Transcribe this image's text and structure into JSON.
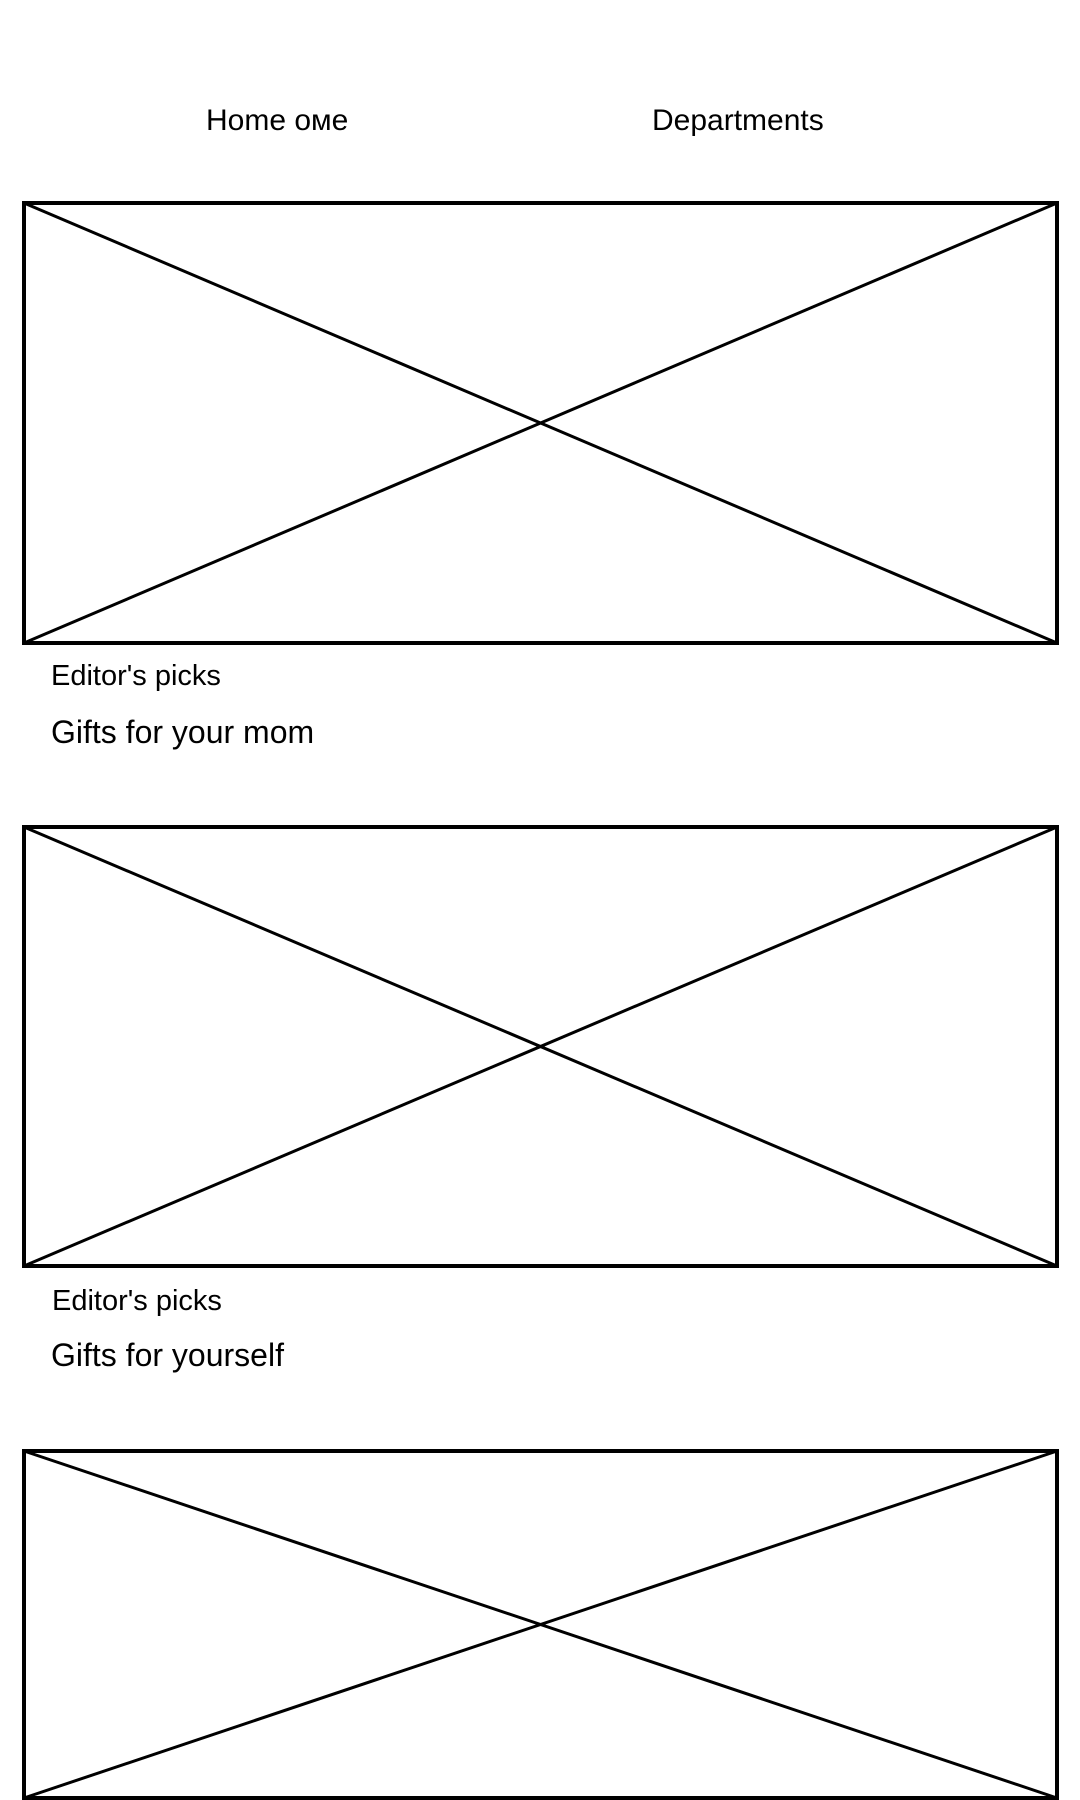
{
  "nav": {
    "tabs": [
      {
        "label": "Home оме"
      },
      {
        "label": "Departments"
      }
    ]
  },
  "cards": [
    {
      "eyebrow": "Editor's picks",
      "title": "Gifts for your mom",
      "image": "image-placeholder"
    },
    {
      "eyebrow": "Editor's picks",
      "title": "Gifts for yourself",
      "image": "image-placeholder"
    },
    {
      "image": "image-placeholder"
    }
  ],
  "colors": {
    "stroke": "#000000",
    "background": "#ffffff"
  }
}
